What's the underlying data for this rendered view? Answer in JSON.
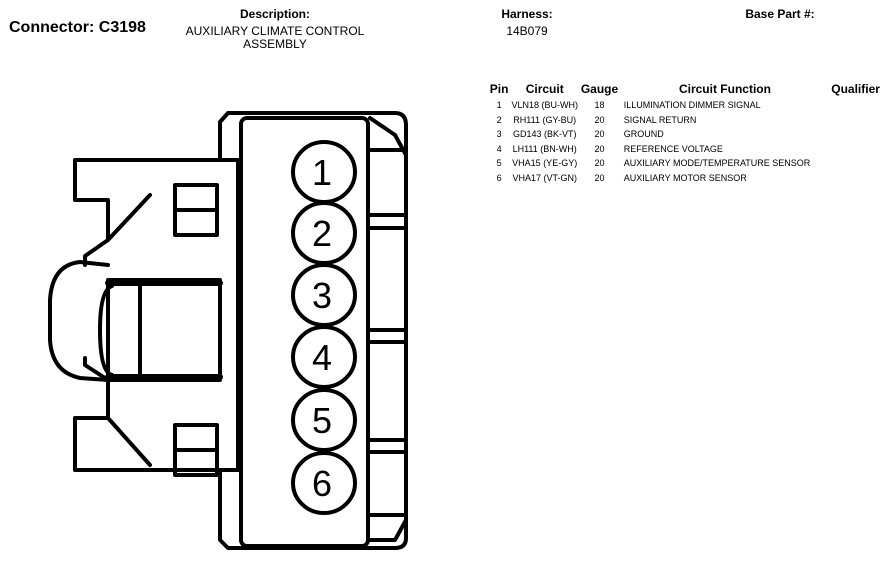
{
  "header": {
    "connector_title": "Connector: C3198",
    "description_label": "Description:",
    "description_value_line1": "AUXILIARY CLIMATE CONTROL",
    "description_value_line2": "ASSEMBLY",
    "harness_label": "Harness:",
    "harness_value": "14B079",
    "base_part_label": "Base Part #:"
  },
  "table": {
    "headers": {
      "pin": "Pin",
      "circuit": "Circuit",
      "gauge": "Gauge",
      "function": "Circuit Function",
      "qualifier": "Qualifier"
    },
    "rows": [
      {
        "pin": "1",
        "circuit": "VLN18 (BU-WH)",
        "gauge": "18",
        "function": "ILLUMINATION DIMMER SIGNAL",
        "qualifier": ""
      },
      {
        "pin": "2",
        "circuit": "RH111 (GY-BU)",
        "gauge": "20",
        "function": "SIGNAL RETURN",
        "qualifier": ""
      },
      {
        "pin": "3",
        "circuit": "GD143 (BK-VT)",
        "gauge": "20",
        "function": "GROUND",
        "qualifier": ""
      },
      {
        "pin": "4",
        "circuit": "LH111 (BN-WH)",
        "gauge": "20",
        "function": "REFERENCE VOLTAGE",
        "qualifier": ""
      },
      {
        "pin": "5",
        "circuit": "VHA15 (YE-GY)",
        "gauge": "20",
        "function": "AUXILIARY MODE/TEMPERATURE SENSOR",
        "qualifier": ""
      },
      {
        "pin": "6",
        "circuit": "VHA17 (VT-GN)",
        "gauge": "20",
        "function": "AUXILIARY MOTOR SENSOR",
        "qualifier": ""
      }
    ]
  },
  "diagram": {
    "pin_labels": [
      "1",
      "2",
      "3",
      "4",
      "5",
      "6"
    ]
  }
}
